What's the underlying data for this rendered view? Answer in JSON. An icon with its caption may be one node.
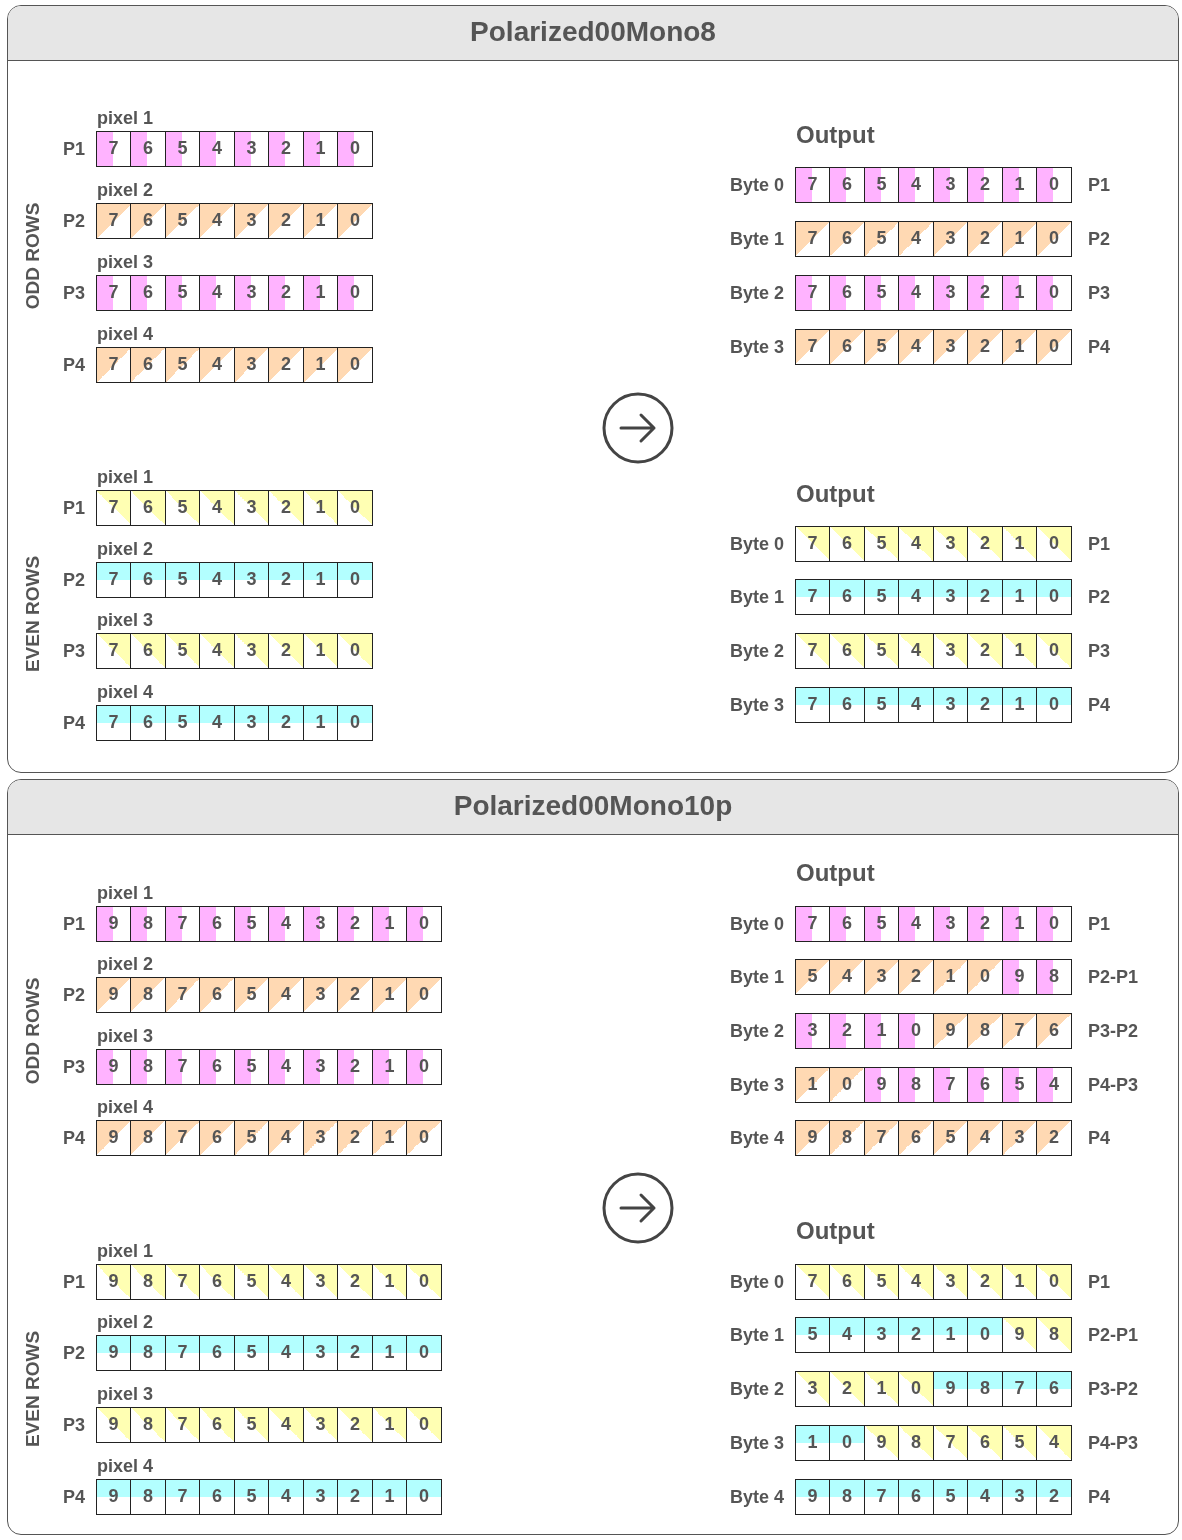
{
  "diagram": {
    "nodes": [
      {
        "text": [
          "Polarized00Mono8"
        ]
      },
      {
        "text": [
          "pixel 1"
        ],
        "beside": [
          "P1"
        ],
        "in": 0
      },
      {
        "text": [
          "7"
        ],
        "in": 1
      },
      {
        "text": [
          "6"
        ],
        "in": 1
      },
      {
        "text": [
          "5"
        ],
        "in": 1
      },
      {
        "text": [
          "4"
        ],
        "in": 1
      },
      {
        "text": [
          "3"
        ],
        "in": 1
      },
      {
        "text": [
          "2"
        ],
        "in": 1
      },
      {
        "text": [
          "1"
        ],
        "in": 1
      },
      {
        "text": [
          "0"
        ],
        "in": 1
      },
      {
        "text": [
          "pixel 2"
        ],
        "beside": [
          "P2"
        ],
        "in": 0
      },
      {
        "text": [
          "7"
        ],
        "in": 10
      },
      {
        "text": [
          "6"
        ],
        "in": 10
      },
      {
        "text": [
          "5"
        ],
        "in": 10
      },
      {
        "text": [
          "4"
        ],
        "in": 10
      },
      {
        "text": [
          "3"
        ],
        "in": 10
      },
      {
        "text": [
          "2"
        ],
        "in": 10
      },
      {
        "text": [
          "1"
        ],
        "in": 10
      },
      {
        "text": [
          "0"
        ],
        "in": 10
      },
      {
        "text": [
          "pixel 3"
        ],
        "beside": [
          "P3"
        ],
        "in": 0
      },
      {
        "text": [
          "7"
        ],
        "in": 19
      },
      {
        "text": [
          "6"
        ],
        "in": 19
      },
      {
        "text": [
          "5"
        ],
        "in": 19
      },
      {
        "text": [
          "4"
        ],
        "in": 19
      },
      {
        "text": [
          "3"
        ],
        "in": 19
      },
      {
        "text": [
          "2"
        ],
        "in": 19
      },
      {
        "text": [
          "1"
        ],
        "in": 19
      },
      {
        "text": [
          "0"
        ],
        "in": 19
      },
      {
        "text": [
          "pixel 4"
        ],
        "beside": [
          "P4"
        ],
        "in": 0
      },
      {
        "text": [
          "7"
        ],
        "in": 28
      },
      {
        "text": [
          "6"
        ],
        "in": 28
      },
      {
        "text": [
          "5"
        ],
        "in": 28
      },
      {
        "text": [
          "4"
        ],
        "in": 28
      },
      {
        "text": [
          "3"
        ],
        "in": 28
      },
      {
        "text": [
          "2"
        ],
        "in": 28
      },
      {
        "text": [
          "1"
        ],
        "in": 28
      },
      {
        "text": [
          "0"
        ],
        "in": 28
      },
      {
        "text": [],
        "shape": "bar",
        "beside": [
          "Byte 0",
          "P1"
        ],
        "in": 0
      },
      {
        "text": [
          "7"
        ],
        "in": 37
      },
      {
        "text": [
          "6"
        ],
        "in": 37
      },
      {
        "text": [
          "5"
        ],
        "in": 37
      },
      {
        "text": [
          "4"
        ],
        "in": 37
      },
      {
        "text": [
          "3"
        ],
        "in": 37
      },
      {
        "text": [
          "2"
        ],
        "in": 37
      },
      {
        "text": [
          "1"
        ],
        "in": 37
      },
      {
        "text": [
          "0"
        ],
        "in": 37
      },
      {
        "text": [],
        "shape": "bar",
        "beside": [
          "Byte 1",
          "P2"
        ],
        "in": 0
      },
      {
        "text": [
          "7"
        ],
        "in": 46
      },
      {
        "text": [
          "6"
        ],
        "in": 46
      },
      {
        "text": [
          "5"
        ],
        "in": 46
      },
      {
        "text": [
          "4"
        ],
        "in": 46
      },
      {
        "text": [
          "3"
        ],
        "in": 46
      },
      {
        "text": [
          "2"
        ],
        "in": 46
      },
      {
        "text": [
          "1"
        ],
        "in": 46
      },
      {
        "text": [
          "0"
        ],
        "in": 46
      },
      {
        "text": [],
        "shape": "bar",
        "beside": [
          "Byte 2",
          "P3"
        ],
        "in": 0
      },
      {
        "text": [
          "7"
        ],
        "in": 55
      },
      {
        "text": [
          "6"
        ],
        "in": 55
      },
      {
        "text": [
          "5"
        ],
        "in": 55
      },
      {
        "text": [
          "4"
        ],
        "in": 55
      },
      {
        "text": [
          "3"
        ],
        "in": 55
      },
      {
        "text": [
          "2"
        ],
        "in": 55
      },
      {
        "text": [
          "1"
        ],
        "in": 55
      },
      {
        "text": [
          "0"
        ],
        "in": 55
      },
      {
        "text": [],
        "shape": "bar",
        "beside": [
          "Byte 3",
          "P4"
        ],
        "in": 0
      },
      {
        "text": [
          "7"
        ],
        "in": 64
      },
      {
        "text": [
          "6"
        ],
        "in": 64
      },
      {
        "text": [
          "5"
        ],
        "in": 64
      },
      {
        "text": [
          "4"
        ],
        "in": 64
      },
      {
        "text": [
          "3"
        ],
        "in": 64
      },
      {
        "text": [
          "2"
        ],
        "in": 64
      },
      {
        "text": [
          "1"
        ],
        "in": 64
      },
      {
        "text": [
          "0"
        ],
        "in": 64
      },
      {
        "text": [
          "pixel 1"
        ],
        "beside": [
          "P1"
        ],
        "in": 0
      },
      {
        "text": [
          "7"
        ],
        "in": 73
      },
      {
        "text": [
          "6"
        ],
        "in": 73
      },
      {
        "text": [
          "5"
        ],
        "in": 73
      },
      {
        "text": [
          "4"
        ],
        "in": 73
      },
      {
        "text": [
          "3"
        ],
        "in": 73
      },
      {
        "text": [
          "2"
        ],
        "in": 73
      },
      {
        "text": [
          "1"
        ],
        "in": 73
      },
      {
        "text": [
          "0"
        ],
        "in": 73
      },
      {
        "text": [
          "pixel 2"
        ],
        "beside": [
          "P2"
        ],
        "in": 0
      },
      {
        "text": [
          "7"
        ],
        "in": 82
      },
      {
        "text": [
          "6"
        ],
        "in": 82
      },
      {
        "text": [
          "5"
        ],
        "in": 82
      },
      {
        "text": [
          "4"
        ],
        "in": 82
      },
      {
        "text": [
          "3"
        ],
        "in": 82
      },
      {
        "text": [
          "2"
        ],
        "in": 82
      },
      {
        "text": [
          "1"
        ],
        "in": 82
      },
      {
        "text": [
          "0"
        ],
        "in": 82
      },
      {
        "text": [
          "pixel 3"
        ],
        "beside": [
          "P3"
        ],
        "in": 0
      },
      {
        "text": [
          "7"
        ],
        "in": 91
      },
      {
        "text": [
          "6"
        ],
        "in": 91
      },
      {
        "text": [
          "5"
        ],
        "in": 91
      },
      {
        "text": [
          "4"
        ],
        "in": 91
      },
      {
        "text": [
          "3"
        ],
        "in": 91
      },
      {
        "text": [
          "2"
        ],
        "in": 91
      },
      {
        "text": [
          "1"
        ],
        "in": 91
      },
      {
        "text": [
          "0"
        ],
        "in": 91
      },
      {
        "text": [
          "pixel 4"
        ],
        "beside": [
          "P4"
        ],
        "in": 0
      },
      {
        "text": [
          "7"
        ],
        "in": 100
      },
      {
        "text": [
          "6"
        ],
        "in": 100
      },
      {
        "text": [
          "5"
        ],
        "in": 100
      },
      {
        "text": [
          "4"
        ],
        "in": 100
      },
      {
        "text": [
          "3"
        ],
        "in": 100
      },
      {
        "text": [
          "2"
        ],
        "in": 100
      },
      {
        "text": [
          "1"
        ],
        "in": 100
      },
      {
        "text": [
          "0"
        ],
        "in": 100
      },
      {
        "text": [],
        "shape": "bar",
        "beside": [
          "Byte 0",
          "P1"
        ],
        "in": 0
      },
      {
        "text": [
          "7"
        ],
        "in": 109
      },
      {
        "text": [
          "6"
        ],
        "in": 109
      },
      {
        "text": [
          "5"
        ],
        "in": 109
      },
      {
        "text": [
          "4"
        ],
        "in": 109
      },
      {
        "text": [
          "3"
        ],
        "in": 109
      },
      {
        "text": [
          "2"
        ],
        "in": 109
      },
      {
        "text": [
          "1"
        ],
        "in": 109
      },
      {
        "text": [
          "0"
        ],
        "in": 109
      },
      {
        "text": [],
        "shape": "bar",
        "beside": [
          "Byte 1",
          "P2"
        ],
        "in": 0
      },
      {
        "text": [
          "7"
        ],
        "in": 118
      },
      {
        "text": [
          "6"
        ],
        "in": 118
      },
      {
        "text": [
          "5"
        ],
        "in": 118
      },
      {
        "text": [
          "4"
        ],
        "in": 118
      },
      {
        "text": [
          "3"
        ],
        "in": 118
      },
      {
        "text": [
          "2"
        ],
        "in": 118
      },
      {
        "text": [
          "1"
        ],
        "in": 118
      },
      {
        "text": [
          "0"
        ],
        "in": 118
      },
      {
        "text": [],
        "shape": "bar",
        "beside": [
          "Byte 2",
          "P3"
        ],
        "in": 0
      },
      {
        "text": [
          "7"
        ],
        "in": 127
      },
      {
        "text": [
          "6"
        ],
        "in": 127
      },
      {
        "text": [
          "5"
        ],
        "in": 127
      },
      {
        "text": [
          "4"
        ],
        "in": 127
      },
      {
        "text": [
          "3"
        ],
        "in": 127
      },
      {
        "text": [
          "2"
        ],
        "in": 127
      },
      {
        "text": [
          "1"
        ],
        "in": 127
      },
      {
        "text": [
          "0"
        ],
        "in": 127
      },
      {
        "text": [],
        "shape": "bar",
        "beside": [
          "Byte 3",
          "P4"
        ],
        "in": 0
      },
      {
        "text": [
          "7"
        ],
        "in": 136
      },
      {
        "text": [
          "6"
        ],
        "in": 136
      },
      {
        "text": [
          "5"
        ],
        "in": 136
      },
      {
        "text": [
          "4"
        ],
        "in": 136
      },
      {
        "text": [
          "3"
        ],
        "in": 136
      },
      {
        "text": [
          "2"
        ],
        "in": 136
      },
      {
        "text": [
          "1"
        ],
        "in": 136
      },
      {
        "text": [
          "0"
        ],
        "in": 136
      },
      {
        "text": [
          "Polarized00Mono10p"
        ]
      },
      {
        "text": [
          "pixel 1"
        ],
        "beside": [
          "P1"
        ],
        "in": 145
      },
      {
        "text": [
          "9"
        ],
        "in": 146
      },
      {
        "text": [
          "8"
        ],
        "in": 146
      },
      {
        "text": [
          "7"
        ],
        "in": 146
      },
      {
        "text": [
          "6"
        ],
        "in": 146
      },
      {
        "text": [
          "5"
        ],
        "in": 146
      },
      {
        "text": [
          "4"
        ],
        "in": 146
      },
      {
        "text": [
          "3"
        ],
        "in": 146
      },
      {
        "text": [
          "2"
        ],
        "in": 146
      },
      {
        "text": [
          "1"
        ],
        "in": 146
      },
      {
        "text": [
          "0"
        ],
        "in": 146
      },
      {
        "text": [
          "pixel 2"
        ],
        "beside": [
          "P2"
        ],
        "in": 145
      },
      {
        "text": [
          "9"
        ],
        "in": 157
      },
      {
        "text": [
          "8"
        ],
        "in": 157
      },
      {
        "text": [
          "7"
        ],
        "in": 157
      },
      {
        "text": [
          "6"
        ],
        "in": 157
      },
      {
        "text": [
          "5"
        ],
        "in": 157
      },
      {
        "text": [
          "4"
        ],
        "in": 157
      },
      {
        "text": [
          "3"
        ],
        "in": 157
      },
      {
        "text": [
          "2"
        ],
        "in": 157
      },
      {
        "text": [
          "1"
        ],
        "in": 157
      },
      {
        "text": [
          "0"
        ],
        "in": 157
      },
      {
        "text": [
          "pixel 3"
        ],
        "beside": [
          "P3"
        ],
        "in": 145
      },
      {
        "text": [
          "9"
        ],
        "in": 168
      },
      {
        "text": [
          "8"
        ],
        "in": 168
      },
      {
        "text": [
          "7"
        ],
        "in": 168
      },
      {
        "text": [
          "6"
        ],
        "in": 168
      },
      {
        "text": [
          "5"
        ],
        "in": 168
      },
      {
        "text": [
          "4"
        ],
        "in": 168
      },
      {
        "text": [
          "3"
        ],
        "in": 168
      },
      {
        "text": [
          "2"
        ],
        "in": 168
      },
      {
        "text": [
          "1"
        ],
        "in": 168
      },
      {
        "text": [
          "0"
        ],
        "in": 168
      },
      {
        "text": [
          "pixel 4"
        ],
        "beside": [
          "P4"
        ],
        "in": 145
      },
      {
        "text": [
          "9"
        ],
        "in": 179
      },
      {
        "text": [
          "8"
        ],
        "in": 179
      },
      {
        "text": [
          "7"
        ],
        "in": 179
      },
      {
        "text": [
          "6"
        ],
        "in": 179
      },
      {
        "text": [
          "5"
        ],
        "in": 179
      },
      {
        "text": [
          "4"
        ],
        "in": 179
      },
      {
        "text": [
          "3"
        ],
        "in": 179
      },
      {
        "text": [
          "2"
        ],
        "in": 179
      },
      {
        "text": [
          "1"
        ],
        "in": 179
      },
      {
        "text": [
          "0"
        ],
        "in": 179
      },
      {
        "text": [],
        "shape": "bar",
        "beside": [
          "Byte 0",
          "P1"
        ],
        "in": 145
      },
      {
        "text": [
          "7"
        ],
        "in": 190
      },
      {
        "text": [
          "6"
        ],
        "in": 190
      },
      {
        "text": [
          "5"
        ],
        "in": 190
      },
      {
        "text": [
          "4"
        ],
        "in": 190
      },
      {
        "text": [
          "3"
        ],
        "in": 190
      },
      {
        "text": [
          "2"
        ],
        "in": 190
      },
      {
        "text": [
          "1"
        ],
        "in": 190
      },
      {
        "text": [
          "0"
        ],
        "in": 190
      },
      {
        "text": [],
        "shape": "bar",
        "beside": [
          "Byte 1",
          "P2-P1"
        ],
        "in": 145
      },
      {
        "text": [
          "5"
        ],
        "in": 199
      },
      {
        "text": [
          "4"
        ],
        "in": 199
      },
      {
        "text": [
          "3"
        ],
        "in": 199
      },
      {
        "text": [
          "2"
        ],
        "in": 199
      },
      {
        "text": [
          "1"
        ],
        "in": 199
      },
      {
        "text": [
          "0"
        ],
        "in": 199
      },
      {
        "text": [
          "9"
        ],
        "in": 199
      },
      {
        "text": [
          "8"
        ],
        "in": 199
      },
      {
        "text": [],
        "shape": "bar",
        "beside": [
          "Byte 2",
          "P3-P2"
        ],
        "in": 145
      },
      {
        "text": [
          "3"
        ],
        "in": 208
      },
      {
        "text": [
          "2"
        ],
        "in": 208
      },
      {
        "text": [
          "1"
        ],
        "in": 208
      },
      {
        "text": [
          "0"
        ],
        "in": 208
      },
      {
        "text": [
          "9"
        ],
        "in": 208
      },
      {
        "text": [
          "8"
        ],
        "in": 208
      },
      {
        "text": [
          "7"
        ],
        "in": 208
      },
      {
        "text": [
          "6"
        ],
        "in": 208
      },
      {
        "text": [],
        "shape": "bar",
        "beside": [
          "Byte 3",
          "P4-P3"
        ],
        "in": 145
      },
      {
        "text": [
          "1"
        ],
        "in": 217
      },
      {
        "text": [
          "0"
        ],
        "in": 217
      },
      {
        "text": [
          "9"
        ],
        "in": 217
      },
      {
        "text": [
          "8"
        ],
        "in": 217
      },
      {
        "text": [
          "7"
        ],
        "in": 217
      },
      {
        "text": [
          "6"
        ],
        "in": 217
      },
      {
        "text": [
          "5"
        ],
        "in": 217
      },
      {
        "text": [
          "4"
        ],
        "in": 217
      },
      {
        "text": [],
        "shape": "bar",
        "beside": [
          "Byte 4",
          "P4"
        ],
        "in": 145
      },
      {
        "text": [
          "9"
        ],
        "in": 226
      },
      {
        "text": [
          "8"
        ],
        "in": 226
      },
      {
        "text": [
          "7"
        ],
        "in": 226
      },
      {
        "text": [
          "6"
        ],
        "in": 226
      },
      {
        "text": [
          "5"
        ],
        "in": 226
      },
      {
        "text": [
          "4"
        ],
        "in": 226
      },
      {
        "text": [
          "3"
        ],
        "in": 226
      },
      {
        "text": [
          "2"
        ],
        "in": 226
      },
      {
        "text": [
          "pixel 1"
        ],
        "beside": [
          "P1"
        ],
        "in": 145
      },
      {
        "text": [
          "9"
        ],
        "in": 235
      },
      {
        "text": [
          "8"
        ],
        "in": 235
      },
      {
        "text": [
          "7"
        ],
        "in": 235
      },
      {
        "text": [
          "6"
        ],
        "in": 235
      },
      {
        "text": [
          "5"
        ],
        "in": 235
      },
      {
        "text": [
          "4"
        ],
        "in": 235
      },
      {
        "text": [
          "3"
        ],
        "in": 235
      },
      {
        "text": [
          "2"
        ],
        "in": 235
      },
      {
        "text": [
          "1"
        ],
        "in": 235
      },
      {
        "text": [
          "0"
        ],
        "in": 235
      },
      {
        "text": [
          "pixel 2"
        ],
        "beside": [
          "P2"
        ],
        "in": 145
      },
      {
        "text": [
          "9"
        ],
        "in": 246
      },
      {
        "text": [
          "8"
        ],
        "in": 246
      },
      {
        "text": [
          "7"
        ],
        "in": 246
      },
      {
        "text": [
          "6"
        ],
        "in": 246
      },
      {
        "text": [
          "5"
        ],
        "in": 246
      },
      {
        "text": [
          "4"
        ],
        "in": 246
      },
      {
        "text": [
          "3"
        ],
        "in": 246
      },
      {
        "text": [
          "2"
        ],
        "in": 246
      },
      {
        "text": [
          "1"
        ],
        "in": 246
      },
      {
        "text": [
          "0"
        ],
        "in": 246
      },
      {
        "text": [
          "pixel 3"
        ],
        "beside": [
          "P3"
        ],
        "in": 145
      },
      {
        "text": [
          "9"
        ],
        "in": 257
      },
      {
        "text": [
          "8"
        ],
        "in": 257
      },
      {
        "text": [
          "7"
        ],
        "in": 257
      },
      {
        "text": [
          "6"
        ],
        "in": 257
      },
      {
        "text": [
          "5"
        ],
        "in": 257
      },
      {
        "text": [
          "4"
        ],
        "in": 257
      },
      {
        "text": [
          "3"
        ],
        "in": 257
      },
      {
        "text": [
          "2"
        ],
        "in": 257
      },
      {
        "text": [
          "1"
        ],
        "in": 257
      },
      {
        "text": [
          "0"
        ],
        "in": 257
      },
      {
        "text": [
          "pixel 4"
        ],
        "beside": [
          "P4"
        ],
        "in": 145
      },
      {
        "text": [
          "9"
        ],
        "in": 268
      },
      {
        "text": [
          "8"
        ],
        "in": 268
      },
      {
        "text": [
          "7"
        ],
        "in": 268
      },
      {
        "text": [
          "6"
        ],
        "in": 268
      },
      {
        "text": [
          "5"
        ],
        "in": 268
      },
      {
        "text": [
          "4"
        ],
        "in": 268
      },
      {
        "text": [
          "3"
        ],
        "in": 268
      },
      {
        "text": [
          "2"
        ],
        "in": 268
      },
      {
        "text": [
          "1"
        ],
        "in": 268
      },
      {
        "text": [
          "0"
        ],
        "in": 268
      },
      {
        "text": [],
        "shape": "bar",
        "beside": [
          "Byte 0",
          "P1"
        ],
        "in": 145
      },
      {
        "text": [
          "7"
        ],
        "in": 279
      },
      {
        "text": [
          "6"
        ],
        "in": 279
      },
      {
        "text": [
          "5"
        ],
        "in": 279
      },
      {
        "text": [
          "4"
        ],
        "in": 279
      },
      {
        "text": [
          "3"
        ],
        "in": 279
      },
      {
        "text": [
          "2"
        ],
        "in": 279
      },
      {
        "text": [
          "1"
        ],
        "in": 279
      },
      {
        "text": [
          "0"
        ],
        "in": 279
      },
      {
        "text": [],
        "shape": "bar",
        "beside": [
          "Byte 1",
          "P2-P1"
        ],
        "in": 145
      },
      {
        "text": [
          "5"
        ],
        "in": 288
      },
      {
        "text": [
          "4"
        ],
        "in": 288
      },
      {
        "text": [
          "3"
        ],
        "in": 288
      },
      {
        "text": [
          "2"
        ],
        "in": 288
      },
      {
        "text": [
          "1"
        ],
        "in": 288
      },
      {
        "text": [
          "0"
        ],
        "in": 288
      },
      {
        "text": [
          "9"
        ],
        "in": 288
      },
      {
        "text": [
          "8"
        ],
        "in": 288
      },
      {
        "text": [],
        "shape": "bar",
        "beside": [
          "Byte 2",
          "P3-P2"
        ],
        "in": 145
      },
      {
        "text": [
          "3"
        ],
        "in": 297
      },
      {
        "text": [
          "2"
        ],
        "in": 297
      },
      {
        "text": [
          "1"
        ],
        "in": 297
      },
      {
        "text": [
          "0"
        ],
        "in": 297
      },
      {
        "text": [
          "9"
        ],
        "in": 297
      },
      {
        "text": [
          "8"
        ],
        "in": 297
      },
      {
        "text": [
          "7"
        ],
        "in": 297
      },
      {
        "text": [
          "6"
        ],
        "in": 297
      },
      {
        "text": [],
        "shape": "bar",
        "beside": [
          "Byte 3",
          "P4-P3"
        ],
        "in": 145
      },
      {
        "text": [
          "1"
        ],
        "in": 306
      },
      {
        "text": [
          "0"
        ],
        "in": 306
      },
      {
        "text": [
          "9"
        ],
        "in": 306
      },
      {
        "text": [
          "8"
        ],
        "in": 306
      },
      {
        "text": [
          "7"
        ],
        "in": 306
      },
      {
        "text": [
          "6"
        ],
        "in": 306
      },
      {
        "text": [
          "5"
        ],
        "in": 306
      },
      {
        "text": [
          "4"
        ],
        "in": 306
      },
      {
        "text": [],
        "shape": "bar",
        "beside": [
          "Byte 4",
          "P4"
        ],
        "in": 145
      },
      {
        "text": [
          "9"
        ],
        "in": 315
      },
      {
        "text": [
          "8"
        ],
        "in": 315
      },
      {
        "text": [
          "7"
        ],
        "in": 315
      },
      {
        "text": [
          "6"
        ],
        "in": 315
      },
      {
        "text": [
          "5"
        ],
        "in": 315
      },
      {
        "text": [
          "4"
        ],
        "in": 315
      },
      {
        "text": [
          "3"
        ],
        "in": 315
      },
      {
        "text": [
          "2"
        ],
        "in": 315
      }
    ],
    "labels": [
      "ODD ROWS",
      "Output",
      "EVEN ROWS",
      "Output",
      "ODD ROWS",
      "Output",
      "EVEN ROWS",
      "Output"
    ]
  }
}
